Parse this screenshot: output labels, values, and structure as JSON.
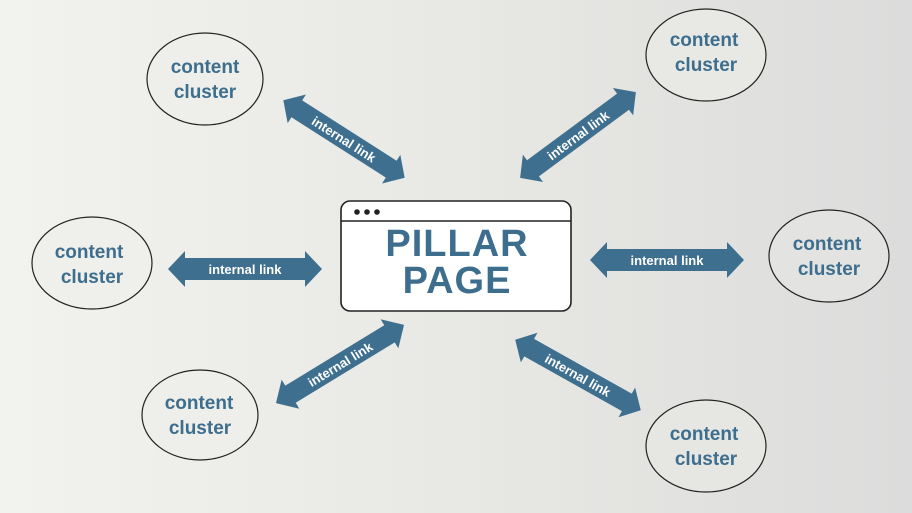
{
  "diagram": {
    "title": "Pillar page and content cluster model",
    "colors": {
      "accent": "#3e6e8e",
      "arrow_fill": "#3f6f8f",
      "outline": "#222222",
      "box_fill": "#ffffff",
      "ellipse_fill": "#eeeeea"
    },
    "pillar": {
      "line1": "PILLAR",
      "line2": "PAGE",
      "window_dots": 3
    },
    "clusters": [
      {
        "id": "top-left",
        "line1": "content",
        "line2": "cluster"
      },
      {
        "id": "top-right",
        "line1": "content",
        "line2": "cluster"
      },
      {
        "id": "middle-left",
        "line1": "content",
        "line2": "cluster"
      },
      {
        "id": "middle-right",
        "line1": "content",
        "line2": "cluster"
      },
      {
        "id": "bottom-left",
        "line1": "content",
        "line2": "cluster"
      },
      {
        "id": "bottom-right",
        "line1": "content",
        "line2": "cluster"
      }
    ],
    "links": [
      {
        "id": "top-left",
        "label": "internal link",
        "direction": "bidirectional"
      },
      {
        "id": "top-right",
        "label": "internal link",
        "direction": "bidirectional"
      },
      {
        "id": "middle-left",
        "label": "internal link",
        "direction": "bidirectional"
      },
      {
        "id": "middle-right",
        "label": "internal link",
        "direction": "bidirectional"
      },
      {
        "id": "bottom-left",
        "label": "internal link",
        "direction": "bidirectional"
      },
      {
        "id": "bottom-right",
        "label": "internal link",
        "direction": "bidirectional"
      }
    ]
  }
}
